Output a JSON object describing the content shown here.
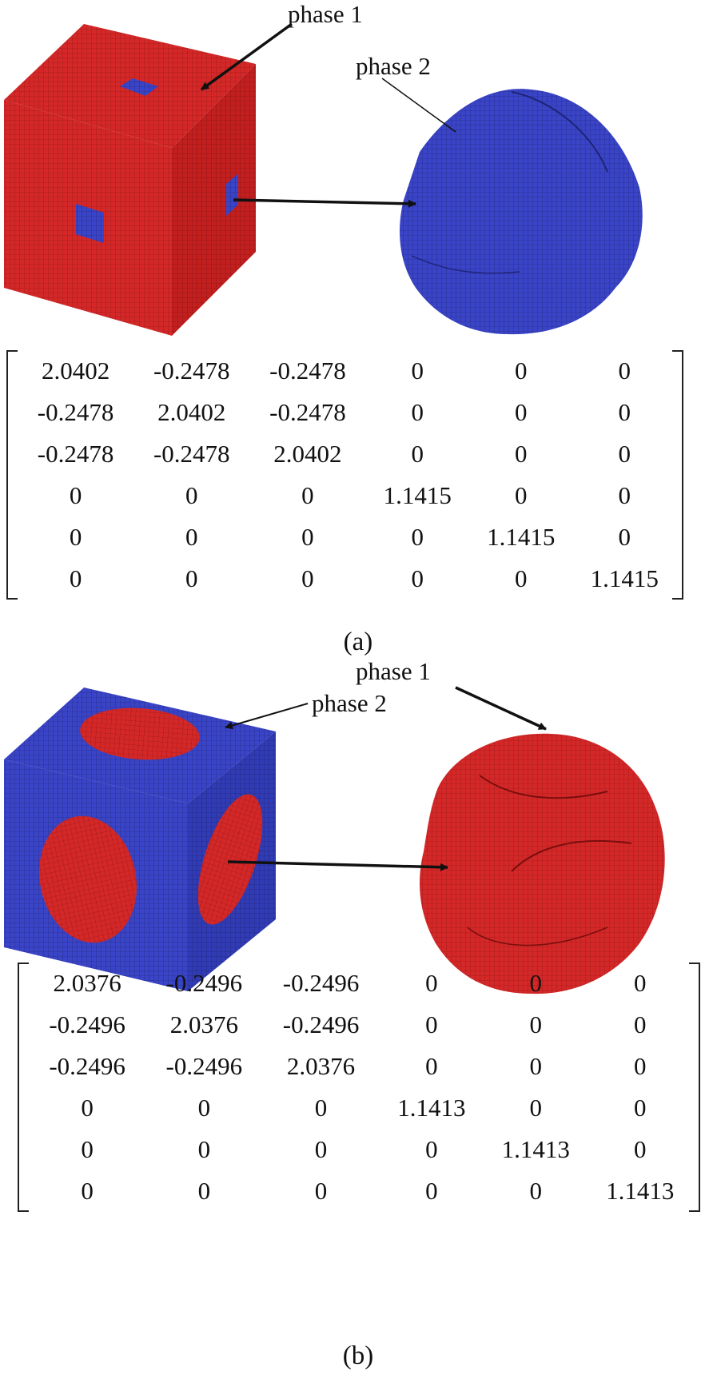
{
  "panel_a": {
    "caption": "(a)",
    "labels": {
      "phase1": "phase 1",
      "phase2": "phase 2"
    },
    "colors": {
      "cube": "#d42828",
      "inclusion": "#3a44c6"
    },
    "matrix": [
      [
        "2.0402",
        "-0.2478",
        "-0.2478",
        "0",
        "0",
        "0"
      ],
      [
        "-0.2478",
        "2.0402",
        "-0.2478",
        "0",
        "0",
        "0"
      ],
      [
        "-0.2478",
        "-0.2478",
        "2.0402",
        "0",
        "0",
        "0"
      ],
      [
        "0",
        "0",
        "0",
        "1.1415",
        "0",
        "0"
      ],
      [
        "0",
        "0",
        "0",
        "0",
        "1.1415",
        "0"
      ],
      [
        "0",
        "0",
        "0",
        "0",
        "0",
        "1.1415"
      ]
    ]
  },
  "panel_b": {
    "caption": "(b)",
    "labels": {
      "phase1": "phase 1",
      "phase2": "phase 2"
    },
    "colors": {
      "cube": "#3a44c6",
      "inclusion": "#d42828"
    },
    "matrix": [
      [
        "2.0376",
        "-0.2496",
        "-0.2496",
        "0",
        "0",
        "0"
      ],
      [
        "-0.2496",
        "2.0376",
        "-0.2496",
        "0",
        "0",
        "0"
      ],
      [
        "-0.2496",
        "-0.2496",
        "2.0376",
        "0",
        "0",
        "0"
      ],
      [
        "0",
        "0",
        "0",
        "1.1413",
        "0",
        "0"
      ],
      [
        "0",
        "0",
        "0",
        "0",
        "1.1413",
        "0"
      ],
      [
        "0",
        "0",
        "0",
        "0",
        "0",
        "1.1413"
      ]
    ]
  }
}
